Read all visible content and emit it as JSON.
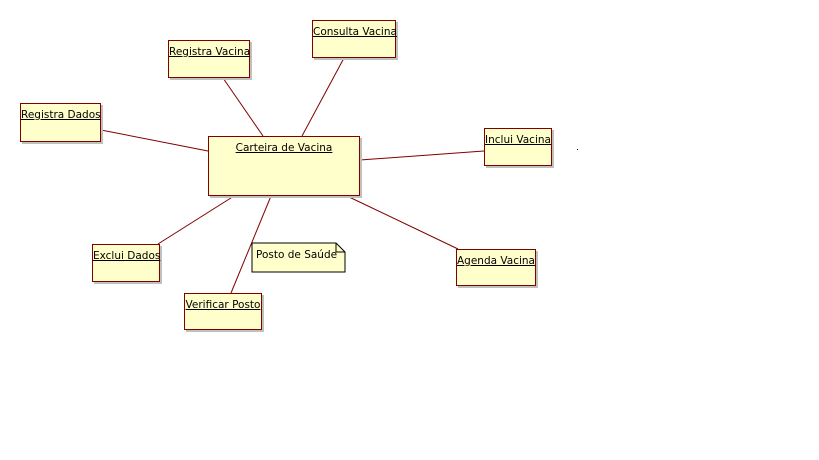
{
  "diagram": {
    "center": "Carteira de Vacina",
    "objects": {
      "registra_vacina": "Registra Vacina",
      "consulta_vacina": "Consulta Vacina",
      "registra_dados": "Registra Dados",
      "inclui_vacina": "Inclui Vacina",
      "exclui_dados": "Exclui Dados",
      "verificar_posto": "Verificar Posto",
      "agenda_vacina": "Agenda Vacina"
    },
    "note": "Posto de Saúde",
    "colors": {
      "fill": "#ffffcc",
      "border": "#800000",
      "link": "#800000"
    }
  }
}
